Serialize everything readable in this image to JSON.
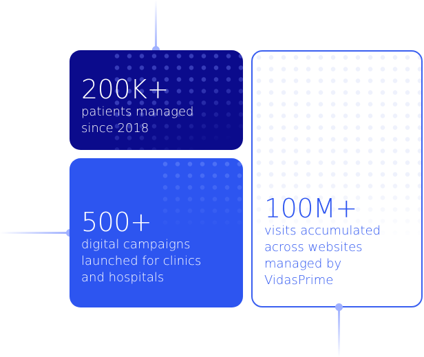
{
  "stats": [
    {
      "value": "200K+",
      "lines": [
        "patients managed",
        "since 2018"
      ]
    },
    {
      "value": "500+",
      "lines": [
        "digital campaigns",
        "launched for clinics",
        "and hospitals"
      ]
    },
    {
      "value": "100M+",
      "lines": [
        "visits accumulated",
        "across websites",
        "managed by",
        "VidasPrime"
      ]
    }
  ],
  "colors": {
    "navy": "#0b0b8c",
    "blue": "#2d55f0",
    "connector": "#9fb0ff"
  }
}
